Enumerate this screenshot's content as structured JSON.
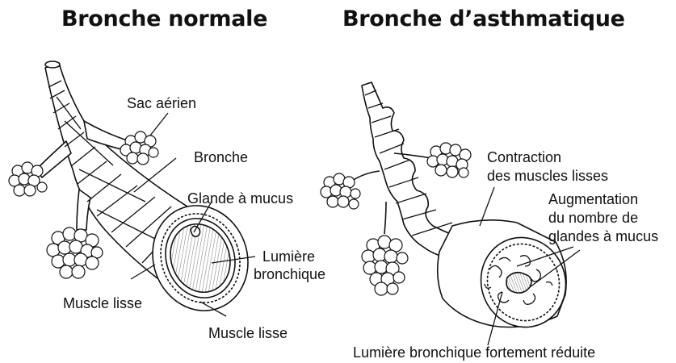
{
  "titles": {
    "left": "Bronche normale",
    "right": "Bronche d’asthmatique"
  },
  "labels_left": {
    "air_sac": "Sac aérien",
    "bronchus": "Bronche",
    "mucus_gland": "Glande à mucus",
    "lumen_line1": "Lumière",
    "lumen_line2": "bronchique",
    "smooth_muscle_outer": "Muscle lisse",
    "smooth_muscle_inner": "Muscle lisse"
  },
  "labels_right": {
    "contraction_line1": "Contraction",
    "contraction_line2": "des muscles lisses",
    "increase_line1": "Augmentation",
    "increase_line2": "du nombre de",
    "increase_line3": "glandes à mucus",
    "lumen_reduced": "Lumière bronchique fortement réduite"
  },
  "colors": {
    "ink": "#111111",
    "paper": "#ffffff",
    "hatch": "#dddddd"
  }
}
